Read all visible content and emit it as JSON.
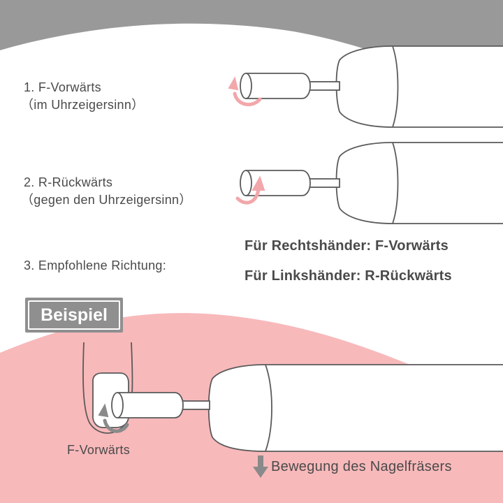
{
  "steps": [
    {
      "title": "1. F-Vorwärts",
      "subtitle": "（im Uhrzeigersinn）"
    },
    {
      "title": "2. R-Rückwärts",
      "subtitle": "（gegen den Uhrzeigersinn）"
    },
    {
      "title": "3. Empfohlene Richtung:"
    }
  ],
  "recommendation": {
    "right_handed": "Für Rechtshänder: F-Vorwärts",
    "left_handed": "Für Linkshänder: R-Rückwärts"
  },
  "example": {
    "badge": "Beispiel",
    "direction_label": "F-Vorwärts",
    "movement_label": "Bewegung des Nagelfräsers"
  },
  "colors": {
    "gray_band": "#999999",
    "pink_band": "#f8b9bb",
    "pink_arrow": "#f2a7ab",
    "gray_arrow": "#8a8a8a",
    "line": "#5a5a5a"
  },
  "icons": [
    "clockwise-arrow-icon",
    "counterclockwise-arrow-icon",
    "down-arrow-icon",
    "finger-icon",
    "nail-drill-icon"
  ]
}
